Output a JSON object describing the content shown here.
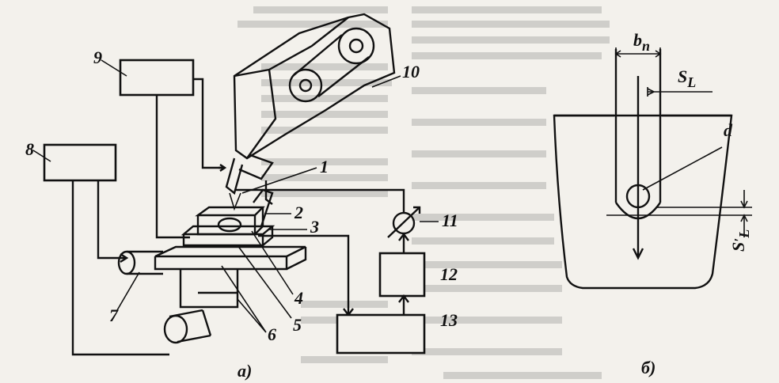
{
  "labels": {
    "n1": "1",
    "n2": "2",
    "n3": "3",
    "n4": "4",
    "n5": "5",
    "n6": "6",
    "n7": "7",
    "n8": "8",
    "n9": "9",
    "n10": "10",
    "n11": "11",
    "n12": "12",
    "n13": "13"
  },
  "captions": {
    "left": "а)",
    "right": "б)"
  },
  "dims": {
    "b": "b",
    "b_sub": "п",
    "s": "S",
    "s_sub": "L",
    "d": "d",
    "s2": "S",
    "s2_sub": "L",
    "s2_prime": "′"
  },
  "colors": {
    "ink": "#111111",
    "paper": "#f3f1ec"
  }
}
